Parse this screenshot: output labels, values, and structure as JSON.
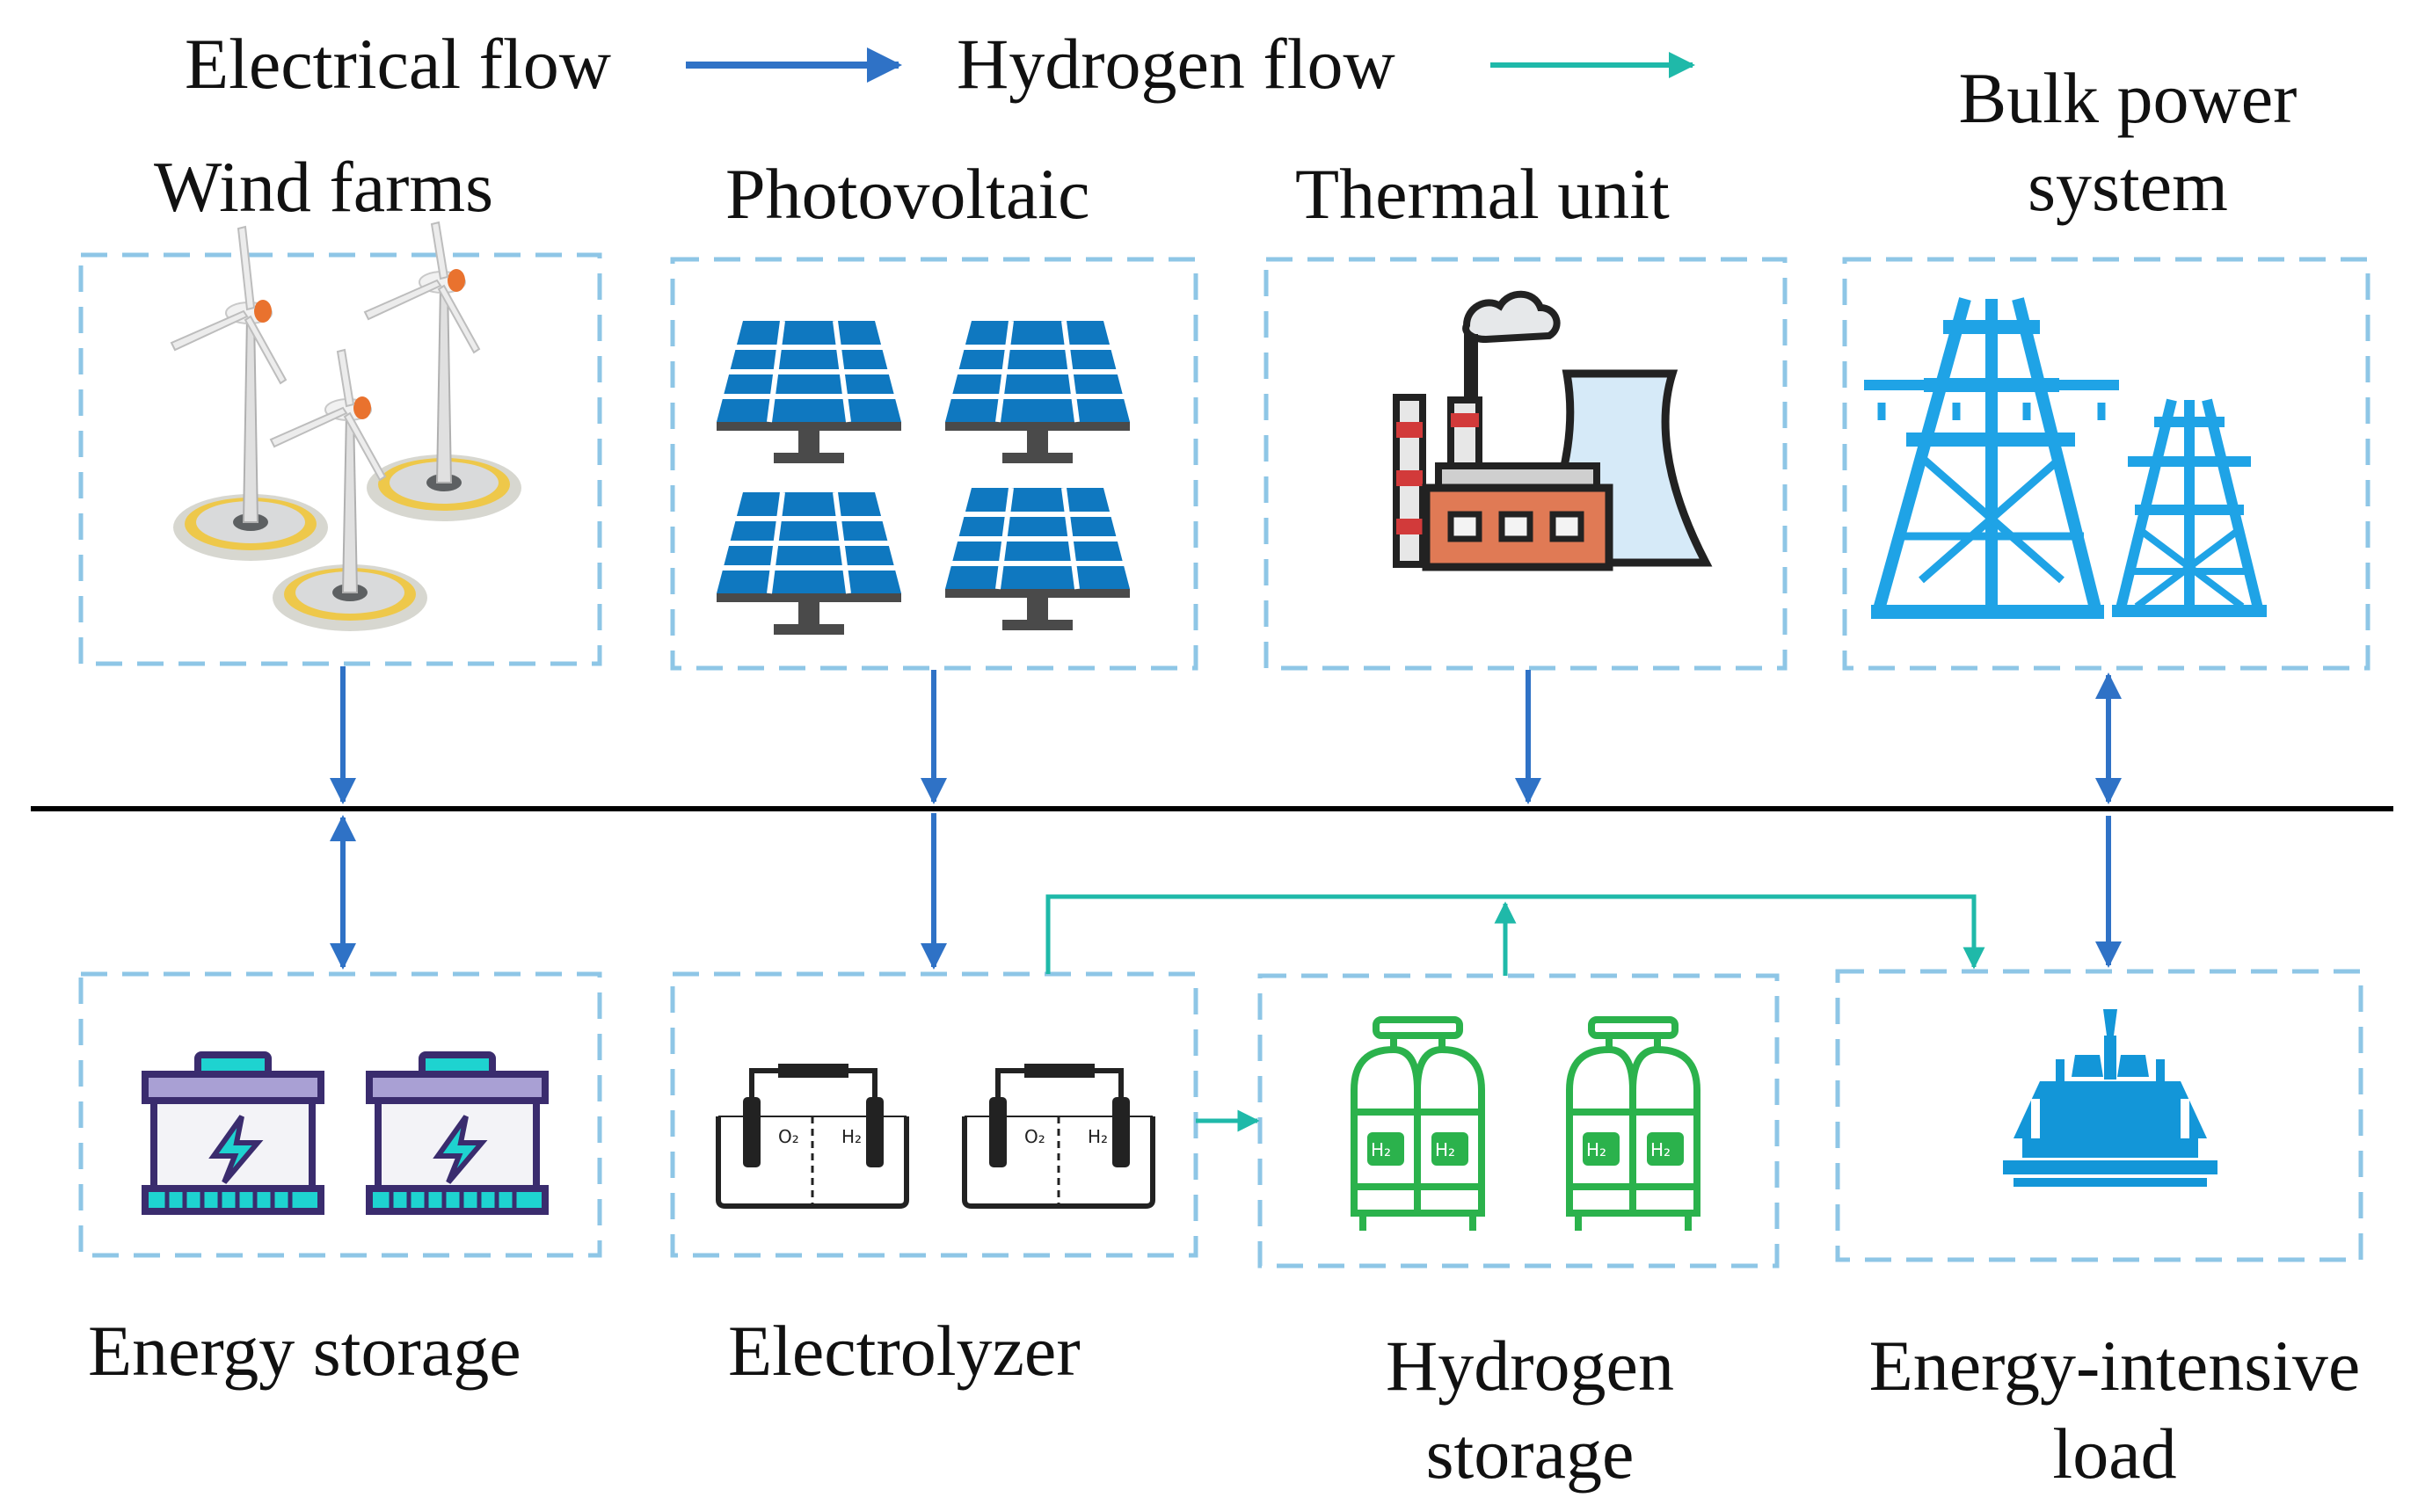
{
  "legend": {
    "electrical": "Electrical flow",
    "hydrogen": "Hydrogen flow"
  },
  "nodes": {
    "wind": "Wind farms",
    "pv": "Photovoltaic",
    "thermal": "Thermal unit",
    "bulk": "Bulk power system",
    "storage": "Energy storage",
    "electrolyzer": "Electrolyzer",
    "h2storage": "Hydrogen storage",
    "load": "Energy-intensive load"
  },
  "icon_text": {
    "oxygen": "O₂",
    "hydrogen": "H₂",
    "tank": "H₂"
  },
  "colors": {
    "electrical": "#2f72c6",
    "hydrogen": "#1fb9a9",
    "box_border": "#8ec6e6",
    "bus": "#000000",
    "panel": "#0f78c0",
    "tower": "#1fa3e6",
    "tank": "#2bb24c",
    "battery": "#3a2c6e",
    "bolt": "#1ed3d0"
  }
}
